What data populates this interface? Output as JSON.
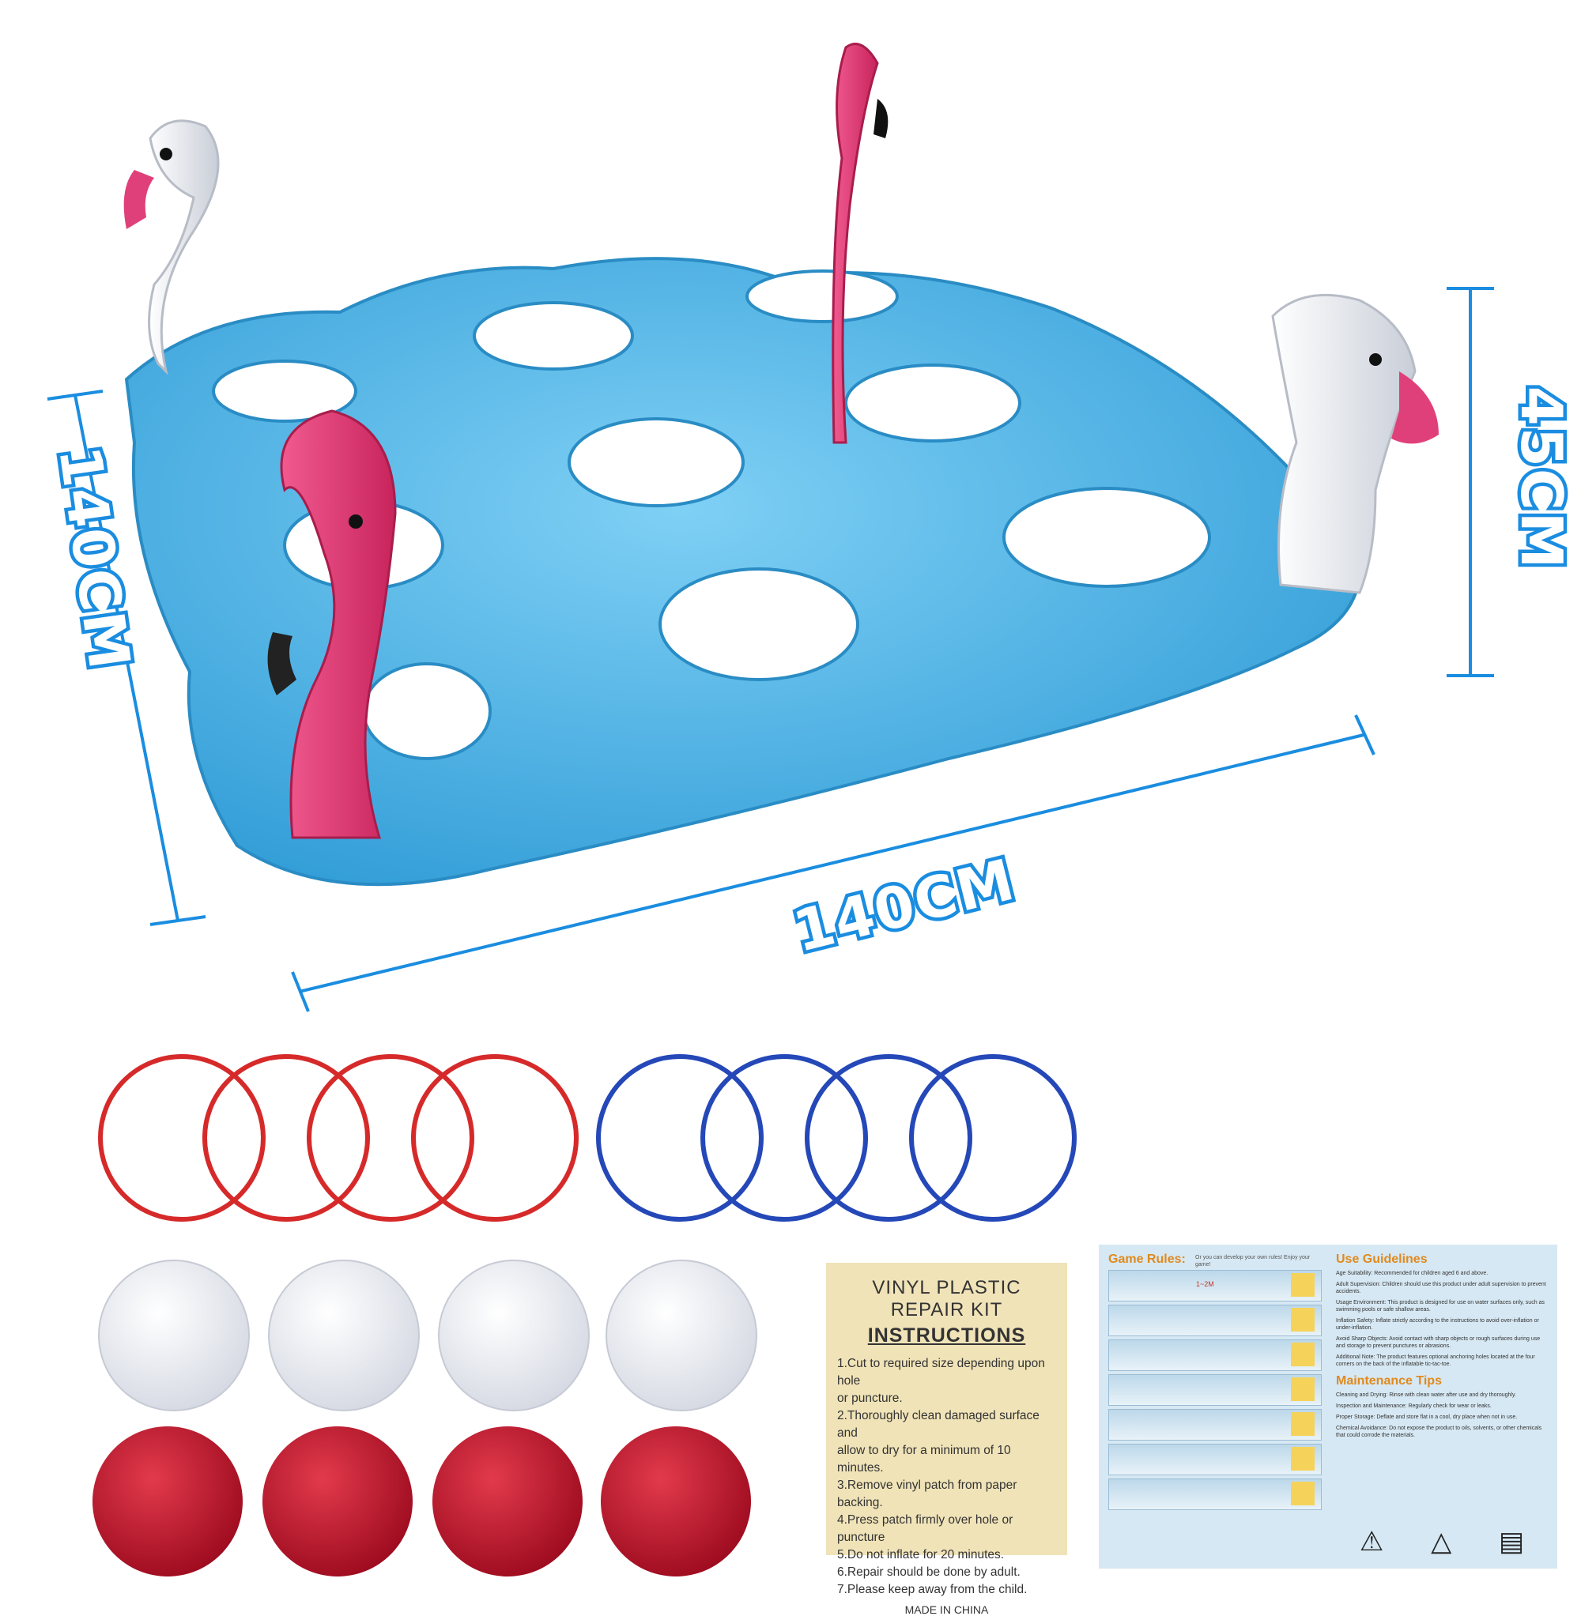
{
  "dimensions": {
    "depth": "140CM",
    "width": "140CM",
    "height": "45CM"
  },
  "repair_kit": {
    "title": "VINYL PLASTIC REPAIR KIT",
    "subtitle": "INSTRUCTIONS",
    "steps": [
      "1.Cut to required size depending upon hole",
      "   or puncture.",
      "2.Thoroughly clean damaged surface and",
      "   allow to dry for a minimum of 10 minutes.",
      "3.Remove vinyl patch from paper backing.",
      "4.Press patch firmly over hole or puncture",
      "5.Do not inflate for 20 minutes.",
      "6.Repair should be done by adult.",
      "7.Please keep away from the child."
    ],
    "made_in": "MADE IN CHINA"
  },
  "manual": {
    "game_rules_title": "Game Rules:",
    "game_rules_note": "Or you can develop your own rules! Enjoy your game!",
    "distance_label": "1~2M",
    "use_title": "Use Guidelines",
    "use_items": [
      "Age Suitability: Recommended for children aged 6 and above.",
      "Adult Supervision: Children should use this product under adult supervision to prevent accidents.",
      "Usage Environment: This product is designed for use on water surfaces only, such as swimming pools or safe shallow areas.",
      "Inflation Safety: Inflate strictly according to the instructions to avoid over-inflation or under-inflation.",
      "Avoid Sharp Objects: Avoid contact with sharp objects or rough surfaces during use and storage to prevent punctures or abrasions.",
      "Additional Note: The product features optional anchoring holes located at the four corners on the back of the inflatable tic-tac-toe."
    ],
    "maint_title": "Maintenance Tips",
    "maint_items": [
      "Cleaning and Drying: Rinse with clean water after use and dry thoroughly.",
      "Inspection and Maintenance: Regularly check for wear or leaks.",
      "Proper Storage: Deflate and store flat in a cool, dry place when not in use.",
      "Chemical Avoidance: Do not expose the product to oils, solvents, or other chemicals that could corrode the materials."
    ]
  },
  "colors": {
    "float_blue": "#49b3e6",
    "dim_blue": "#1a8de0",
    "pink": "#e0407a",
    "red_ring": "#d62a2a",
    "blue_ring": "#2548b8",
    "red_ball": "#b8112a",
    "white_ball": "#eef0f4"
  }
}
